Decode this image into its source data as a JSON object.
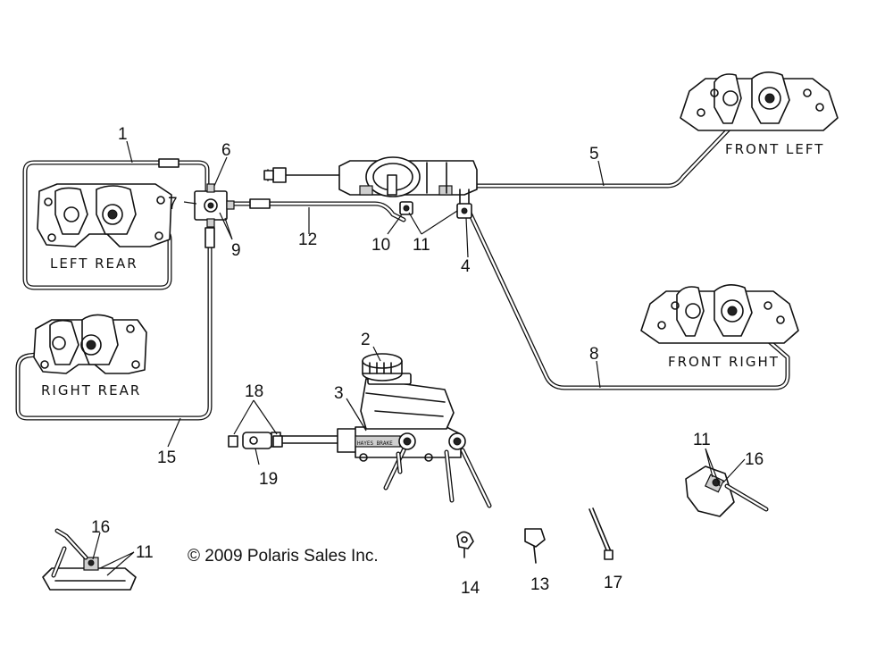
{
  "callouts": [
    {
      "id": "1",
      "label": "1"
    },
    {
      "id": "2",
      "label": "2"
    },
    {
      "id": "3",
      "label": "3"
    },
    {
      "id": "4",
      "label": "4"
    },
    {
      "id": "5",
      "label": "5"
    },
    {
      "id": "6",
      "label": "6"
    },
    {
      "id": "7",
      "label": "7"
    },
    {
      "id": "8",
      "label": "8"
    },
    {
      "id": "9",
      "label": "9"
    },
    {
      "id": "10",
      "label": "10"
    },
    {
      "id": "11a",
      "label": "11"
    },
    {
      "id": "12",
      "label": "12"
    },
    {
      "id": "13",
      "label": "13"
    },
    {
      "id": "14",
      "label": "14"
    },
    {
      "id": "15",
      "label": "15"
    },
    {
      "id": "16a",
      "label": "16"
    },
    {
      "id": "11b",
      "label": "11"
    },
    {
      "id": "16b",
      "label": "16"
    },
    {
      "id": "11c",
      "label": "11"
    },
    {
      "id": "17",
      "label": "17"
    },
    {
      "id": "18",
      "label": "18"
    },
    {
      "id": "19",
      "label": "19"
    }
  ],
  "calipers": {
    "front_left": "FRONT LEFT",
    "front_right": "FRONT RIGHT",
    "left_rear": "LEFT REAR",
    "right_rear": "RIGHT REAR"
  },
  "master_cylinder_brand": "HAYES BRAKE",
  "copyright": "© 2009 Polaris Sales Inc.",
  "colors": {
    "line": "#111111",
    "background": "#ffffff"
  }
}
